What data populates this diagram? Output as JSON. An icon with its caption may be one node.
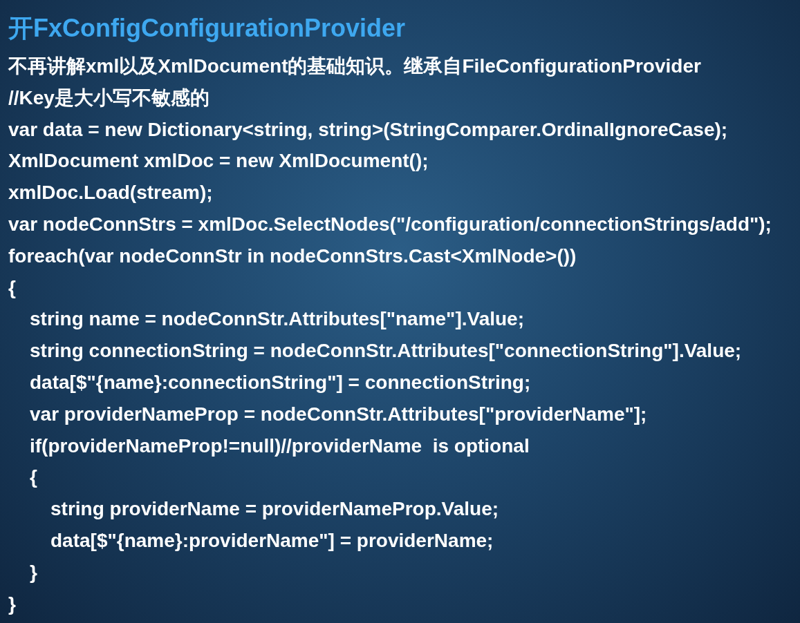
{
  "diagram": {
    "title": "开FxConfigConfigurationProvider",
    "labels": [
      "不再讲解xml以及XmlDocument的基础知识。继承自FileConfigurationProvider",
      "//Key是大小写不敏感的",
      "var data = new Dictionary<string, string>(StringComparer.OrdinalIgnoreCase);",
      "XmlDocument xmlDoc = new XmlDocument();",
      "xmlDoc.Load(stream);",
      "var nodeConnStrs = xmlDoc.SelectNodes(\"/configuration/connectionStrings/add\");",
      "foreach(var nodeConnStr in nodeConnStrs.Cast<XmlNode>())",
      "{",
      "string name = nodeConnStr.Attributes[\"name\"].Value;",
      "string connectionString = nodeConnStr.Attributes[\"connectionString\"].Value;",
      "data[$\"{name}:connectionString\"] = connectionString;",
      "var providerNameProp = nodeConnStr.Attributes[\"providerName\"];",
      "if(providerNameProp!=null)//providerName  is optional",
      "{",
      "string providerName = providerNameProp.Value;",
      "data[$\"{name}:providerName\"] = providerName;",
      "}",
      "}"
    ]
  }
}
